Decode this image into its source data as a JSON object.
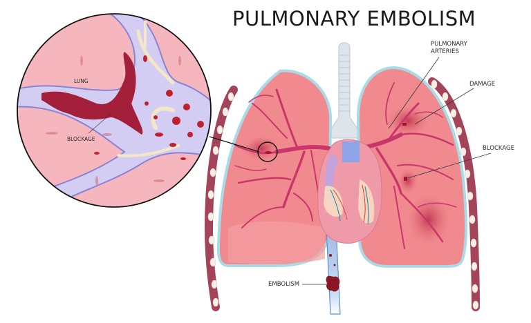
{
  "title": "PULMONARY EMBOLISM",
  "labels": {
    "pulmonary_arteries_line1": "PULMONARY",
    "pulmonary_arteries_line2": "ARTERIES",
    "damage": "DAMAGE",
    "blockage": "BLOCKAGE",
    "embolism": "EMBOLISM"
  },
  "inset": {
    "lung": "LUNG",
    "blockage": "BLOCKAGE"
  },
  "colors": {
    "lung_fill": "#f08a8f",
    "lung_outline": "#a9dbe6",
    "vessel": "#c9366a",
    "clot": "#9a1b2e",
    "rib": "#a3445a",
    "trachea": "#dde4ea",
    "heart": "#ee9aa8",
    "aorta_blue": "#8fa3e8",
    "inset_bg": "#f5b7bd",
    "inset_vessel": "#d3cdf3",
    "text": "#1a1a1a"
  }
}
